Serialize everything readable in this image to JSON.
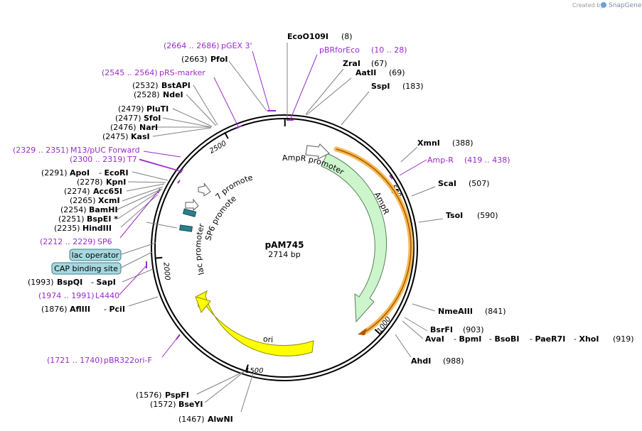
{
  "credit": {
    "prefix": "Created by",
    "brand": "SnapGene"
  },
  "plasmid": {
    "name": "pAM745",
    "length": "2714 bp"
  },
  "ticks": [
    "2500",
    "500",
    "2000",
    "1000",
    "1500"
  ],
  "sites": {
    "ecoo109i": {
      "pos": "(8)",
      "name": "EcoO109I"
    },
    "zrai": {
      "pos": "(67)",
      "name": "ZraI"
    },
    "aatii": {
      "pos": "(69)",
      "name": "AatII"
    },
    "sspi": {
      "pos": "(183)",
      "name": "SspI"
    },
    "xmni": {
      "pos": "(388)",
      "name": "XmnI"
    },
    "scai": {
      "pos": "(507)",
      "name": "ScaI"
    },
    "tsoi": {
      "pos": "(590)",
      "name": "TsoI"
    },
    "nmeaiii": {
      "pos": "(841)",
      "name": "NmeAIII"
    },
    "bsrfi": {
      "pos": "(903)",
      "name": "BsrFI"
    },
    "ava_group": {
      "names": [
        "AvaI",
        "BpmI",
        "BsoBI",
        "PaeR7I",
        "XhoI"
      ],
      "pos": "(919)"
    },
    "ahdi": {
      "pos": "(988)",
      "name": "AhdI"
    },
    "alwni": {
      "pos": "(1467)",
      "name": "AlwNI"
    },
    "bseyi": {
      "pos": "(1572)",
      "name": "BseYI"
    },
    "pspfi": {
      "pos": "(1576)",
      "name": "PspFI"
    },
    "afliii": {
      "pos": "(1876)",
      "name": "AflIII",
      "name2": "PciI"
    },
    "bspqi": {
      "pos": "(1993)",
      "name": "BspQI",
      "name2": "SapI"
    },
    "hindiii": {
      "pos": "(2235)",
      "name": "HindIII"
    },
    "bspei": {
      "pos": "(2251)",
      "name": "BspEI *"
    },
    "bamhi": {
      "pos": "(2254)",
      "name": "BamHI"
    },
    "xcmi": {
      "pos": "(2265)",
      "name": "XcmI"
    },
    "acc65i": {
      "pos": "(2274)",
      "name": "Acc65I"
    },
    "kpni": {
      "pos": "(2278)",
      "name": "KpnI"
    },
    "apoi": {
      "pos": "(2291)",
      "name": "ApoI",
      "name2": "EcoRI"
    },
    "kasi": {
      "pos": "(2475)",
      "name": "KasI"
    },
    "nari": {
      "pos": "(2476)",
      "name": "NarI"
    },
    "sfoi": {
      "pos": "(2477)",
      "name": "SfoI"
    },
    "pluti": {
      "pos": "(2479)",
      "name": "PluTI"
    },
    "ndei": {
      "pos": "(2528)",
      "name": "NdeI"
    },
    "bstapi": {
      "pos": "(2532)",
      "name": "BstAPI"
    },
    "pfoi": {
      "pos": "(2663)",
      "name": "PfoI"
    }
  },
  "primers": {
    "pgex3": {
      "range": "(2664 .. 2686)",
      "name": "pGEX 3'"
    },
    "pbrforeco": {
      "name": "pBRforEco",
      "range": "(10 .. 28)"
    },
    "prsmarker": {
      "range": "(2545 .. 2564)",
      "name": "pRS-marker"
    },
    "m13": {
      "range": "(2329 .. 2351)",
      "name": "M13/pUC Forward"
    },
    "t7": {
      "range": "(2300 .. 2319)",
      "name": "T7"
    },
    "ampr": {
      "name": "Amp-R",
      "range": "(419 .. 438)"
    },
    "sp6": {
      "range": "(2212 .. 2229)",
      "name": "SP6"
    },
    "l4440": {
      "range": "(1974 .. 1991)",
      "name": "L4440"
    },
    "pbr322ori": {
      "range": "(1721 .. 1740)",
      "name": "pBR322ori-F"
    }
  },
  "boxes": {
    "lac_operator": "lac operator",
    "cap_site": "CAP binding site"
  },
  "features": {
    "ampr_promoter": "AmpR promoter",
    "ampr": "AmpR",
    "ori": "ori",
    "t7_promoter": "T7 promoter",
    "sp6_promoter": "SP6 promoter",
    "lac_promoter": "lac promoter"
  },
  "colors": {
    "primer": "#9b2bc8",
    "ampr_fill": "#ccf5cc",
    "ampr_stroke": "#5a7f5a",
    "ori_fill": "#ffff00",
    "orf_outline": "#f2bb55",
    "orf_inner": "#b35400",
    "site_box": "#a6d8e0",
    "teal": "#2a7f8c"
  }
}
